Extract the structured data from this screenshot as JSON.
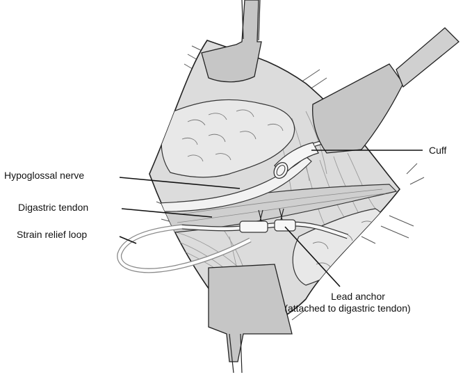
{
  "labels": {
    "cuff": "Cuff",
    "hypoglossal_nerve": "Hypoglossal nerve",
    "digastric_tendon": "Digastric tendon",
    "strain_relief_loop": "Strain relief loop",
    "lead_anchor_line1": "Lead anchor",
    "lead_anchor_line2": "(attached to digastric tendon)"
  },
  "colors": {
    "line": "#2b2b2b",
    "tissue": "#d9d9d9",
    "tissue_dark": "#c4c4c4",
    "retractor": "#c8c8c8",
    "fat": "#e6e6e6",
    "device": "#f4f4f4",
    "background": "#ffffff"
  }
}
